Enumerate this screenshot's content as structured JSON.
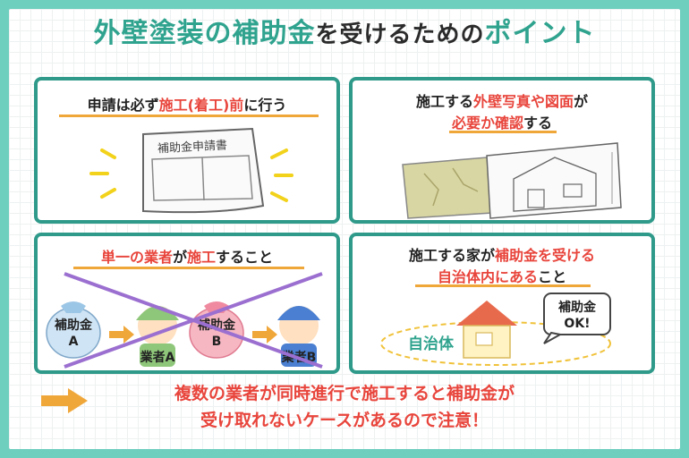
{
  "title": {
    "part1": "外壁塗装の補助金",
    "part2": "を受けるための",
    "part3": "ポイント"
  },
  "card1": {
    "heading_a": "申請は必ず",
    "heading_b": "施工(着工)前",
    "heading_c": "に行う",
    "doc_text": "補助金申請書"
  },
  "card2": {
    "line1_a": "施工する",
    "line1_b": "外壁写真や図面",
    "line1_c": "が",
    "line2_a": "必要か確認",
    "line2_b": "する"
  },
  "card3": {
    "heading_a": "単一の業者",
    "heading_b": "が",
    "heading_c": "施工",
    "heading_d": "すること",
    "bag1_line1": "補助金",
    "bag1_line2": "A",
    "worker1": "業者A",
    "bag2_line1": "補助金",
    "bag2_line2": "B",
    "worker2": "業者B"
  },
  "card4": {
    "line1_a": "施工する家が",
    "line1_b": "補助金を受ける",
    "line2_a": "自治体内にある",
    "line2_b": "こと",
    "region": "自治体",
    "bubble_line1": "補助金",
    "bubble_line2": "OK!"
  },
  "note": {
    "line1": "複数の業者が同時進行で施工すると補助金が",
    "line2": "受け取れないケースがあるので注意！"
  },
  "colors": {
    "frame": "#6fcfbf",
    "card_border": "#2f9a8a",
    "accent_red": "#e8453c",
    "underline": "#f0a73a",
    "cross": "#9b6fd0"
  }
}
